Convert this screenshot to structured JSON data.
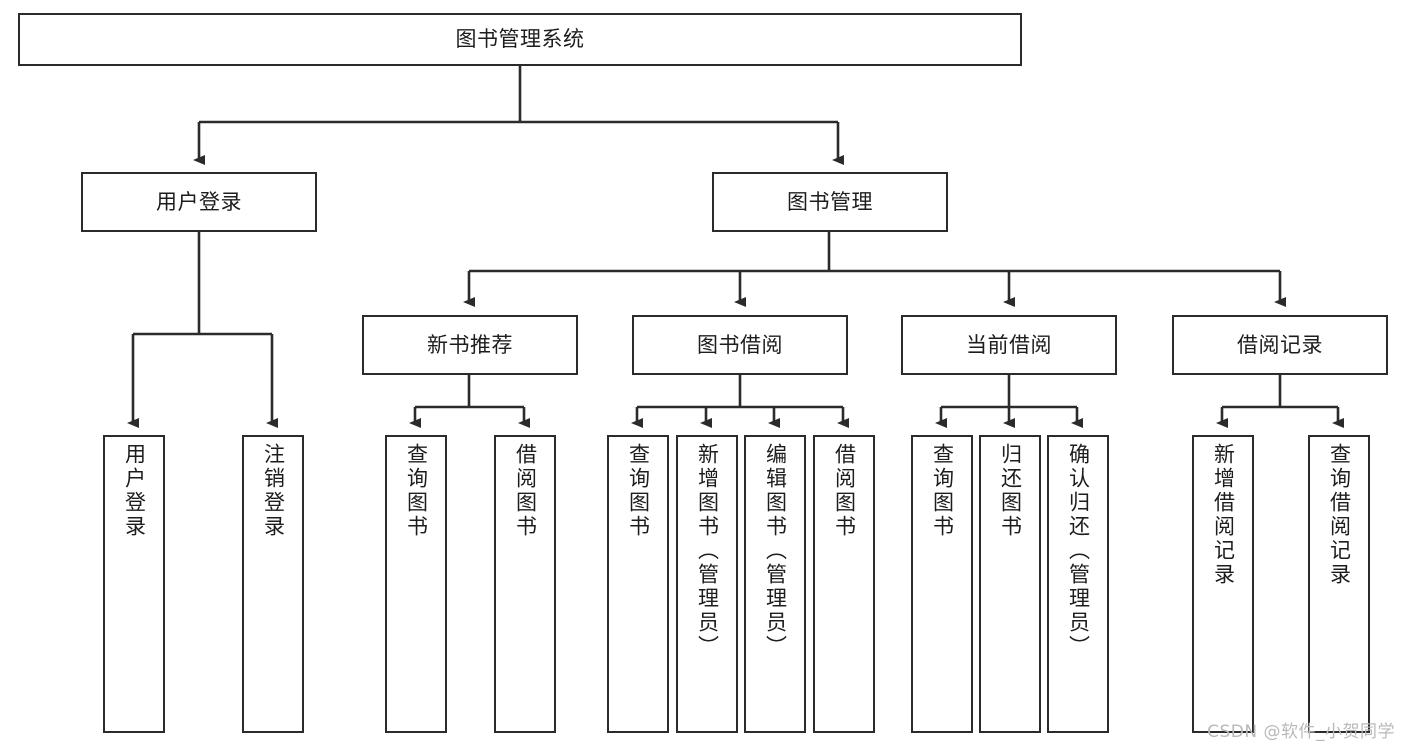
{
  "diagram": {
    "title": "图书管理系统",
    "type": "tree-hierarchy",
    "watermark": "CSDN @软件_小贺同学",
    "colors": {
      "box_border": "#2b2b2b",
      "box_fill": "#ffffff",
      "connector": "#2b2b2b",
      "text": "#1d1d1d",
      "watermark": "#b9b9b9"
    },
    "nodes": {
      "root": {
        "label": "图书管理系统",
        "level": 1,
        "orientation": "horizontal"
      },
      "l2": [
        {
          "id": "user-login",
          "label": "用户登录",
          "level": 2,
          "orientation": "horizontal"
        },
        {
          "id": "book-manage",
          "label": "图书管理",
          "level": 2,
          "orientation": "horizontal"
        }
      ],
      "l3": [
        {
          "id": "new-book-rec",
          "label": "新书推荐",
          "level": 3,
          "orientation": "horizontal"
        },
        {
          "id": "book-borrow",
          "label": "图书借阅",
          "level": 3,
          "orientation": "horizontal"
        },
        {
          "id": "current-borrow",
          "label": "当前借阅",
          "level": 3,
          "orientation": "horizontal"
        },
        {
          "id": "borrow-record",
          "label": "借阅记录",
          "level": 3,
          "orientation": "horizontal"
        }
      ],
      "leaves": [
        {
          "id": "leaf-user-login",
          "label": "用户登录",
          "parent": "user-login",
          "orientation": "vertical"
        },
        {
          "id": "leaf-logout",
          "label": "注销登录",
          "parent": "user-login",
          "orientation": "vertical"
        },
        {
          "id": "leaf-query-book-1",
          "label": "查询图书",
          "parent": "new-book-rec",
          "orientation": "vertical"
        },
        {
          "id": "leaf-borrow-book-1",
          "label": "借阅图书",
          "parent": "new-book-rec",
          "orientation": "vertical"
        },
        {
          "id": "leaf-query-book-2",
          "label": "查询图书",
          "parent": "book-borrow",
          "orientation": "vertical"
        },
        {
          "id": "leaf-add-book",
          "label": "新增图书（管理员）",
          "parent": "book-borrow",
          "orientation": "vertical"
        },
        {
          "id": "leaf-edit-book",
          "label": "编辑图书（管理员）",
          "parent": "book-borrow",
          "orientation": "vertical"
        },
        {
          "id": "leaf-borrow-book-2",
          "label": "借阅图书",
          "parent": "book-borrow",
          "orientation": "vertical"
        },
        {
          "id": "leaf-query-book-3",
          "label": "查询图书",
          "parent": "current-borrow",
          "orientation": "vertical"
        },
        {
          "id": "leaf-return-book",
          "label": "归还图书",
          "parent": "current-borrow",
          "orientation": "vertical"
        },
        {
          "id": "leaf-confirm-return",
          "label": "确认归还（管理员）",
          "parent": "current-borrow",
          "orientation": "vertical"
        },
        {
          "id": "leaf-add-record",
          "label": "新增借阅记录",
          "parent": "borrow-record",
          "orientation": "vertical"
        },
        {
          "id": "leaf-query-record",
          "label": "查询借阅记录",
          "parent": "borrow-record",
          "orientation": "vertical"
        }
      ]
    }
  }
}
